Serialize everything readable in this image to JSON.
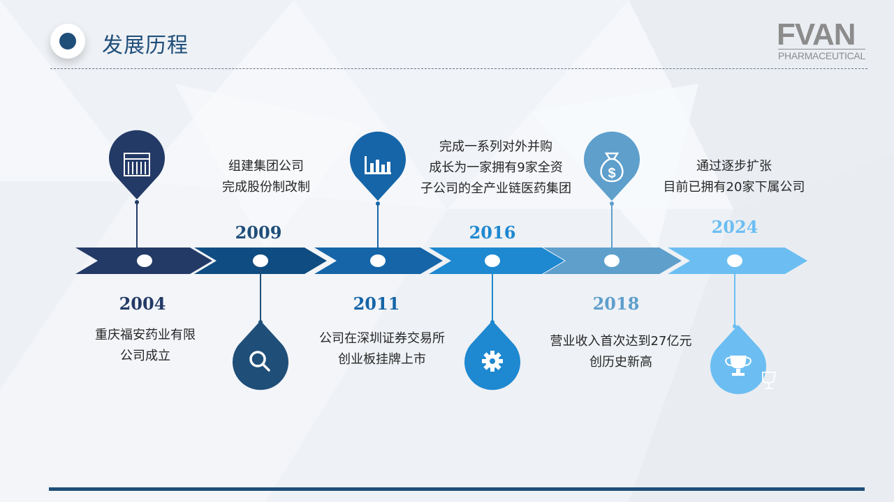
{
  "header": {
    "title": "发展历程",
    "logo_main": "FVAN",
    "logo_sub": "PHARMACEUTICAL"
  },
  "colors": {
    "primary": "#1f4e79",
    "accent": "#5b9bd5",
    "seg1": "#233a66",
    "seg2": "#0f4c81",
    "seg3": "#1565a8",
    "seg4": "#1e88d0",
    "seg5": "#5e9fcc",
    "seg6": "#6cbef2"
  },
  "milestones": [
    {
      "year": "2004",
      "line1": "重庆福安药业有限",
      "line2": "公司成立",
      "line3": "",
      "icon": "building-icon",
      "color": "#233a66"
    },
    {
      "year": "2009",
      "line1": "组建集团公司",
      "line2": "完成股份制改制",
      "line3": "",
      "icon": "search-icon",
      "color": "#1f4e79"
    },
    {
      "year": "2011",
      "line1": "公司在深圳证券交易所",
      "line2": "创业板挂牌上市",
      "line3": "",
      "icon": "bar-chart-icon",
      "color": "#1565a8"
    },
    {
      "year": "2016",
      "line1": "完成一系列对外并购",
      "line2": "成长为一家拥有9家全资",
      "line3": "子公司的全产业链医药集团",
      "icon": "gear-icon",
      "color": "#1e88d0"
    },
    {
      "year": "2018",
      "line1": "营业收入首次达到27亿元",
      "line2": "创历史新高",
      "line3": "",
      "icon": "money-bag-icon",
      "color": "#5e9fcc"
    },
    {
      "year": "2024",
      "line1": "通过逐步扩张",
      "line2": "目前已拥有20家下属公司",
      "line3": "",
      "icon": "trophy-icon",
      "color": "#6cbef2"
    }
  ]
}
